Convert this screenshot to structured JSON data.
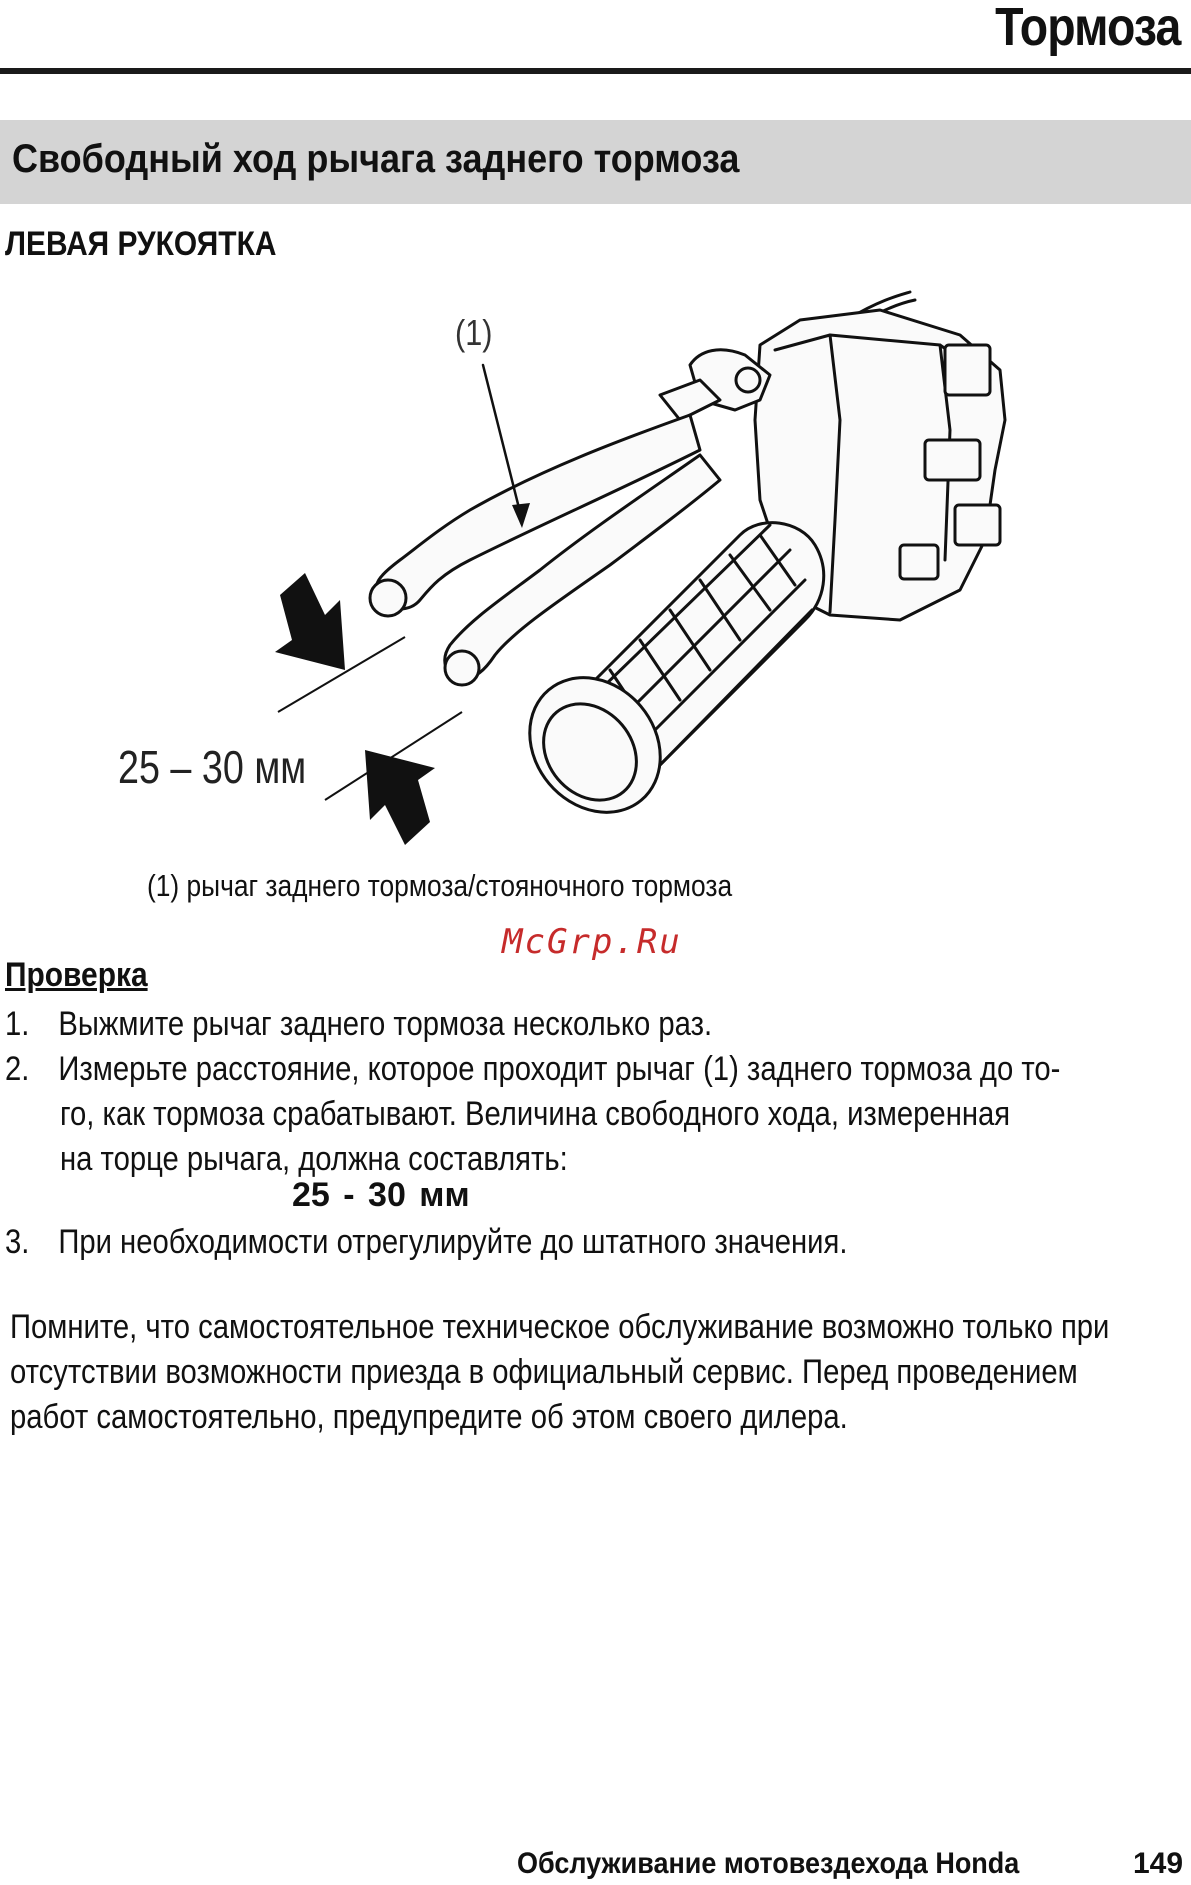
{
  "header": {
    "title": "Тормоза"
  },
  "section": {
    "title": "Свободный ход рычага заднего тормоза"
  },
  "figure": {
    "subheading": "ЛЕВАЯ РУКОЯТКА",
    "callout": "(1)",
    "measurement": "25 – 30 мм",
    "caption": "(1)  рычаг заднего тормоза/стояночного тормоза"
  },
  "watermark": "McGrp.Ru",
  "check": {
    "title": "Проверка",
    "steps": [
      {
        "num": "1.",
        "lines": [
          "Выжмите рычаг заднего тормоза несколько раз."
        ]
      },
      {
        "num": "2.",
        "lines": [
          "Измерьте расстояние, которое проходит рычаг (1) заднего тормоза до то-",
          "го, как тормоза срабатывают. Величина свободного хода, измеренная",
          "на торце рычага, должна составлять:"
        ]
      },
      {
        "num": "3.",
        "lines": [
          "При необходимости отрегулируйте до штатного значения."
        ]
      }
    ],
    "spec_value": "25 - 30  мм"
  },
  "note": {
    "lines": [
      "Помните, что самостоятельное техническое обслуживание возможно только при",
      "отсутствии возможности приезда в официальный сервис. Перед проведением",
      "работ самостоятельно, предупредите об этом своего дилера."
    ]
  },
  "footer": {
    "title": "Обслуживание мотовездехода Honda",
    "page": "149"
  }
}
